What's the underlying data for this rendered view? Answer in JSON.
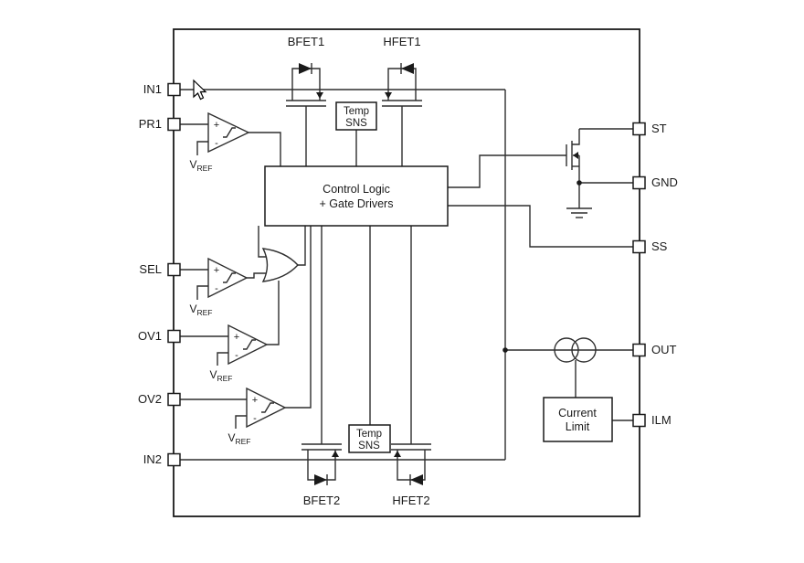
{
  "diagram": {
    "pins_left": [
      {
        "label": "IN1"
      },
      {
        "label": "PR1"
      },
      {
        "label": "SEL"
      },
      {
        "label": "OV1"
      },
      {
        "label": "OV2"
      },
      {
        "label": "IN2"
      }
    ],
    "pins_right": [
      {
        "label": "ST"
      },
      {
        "label": "GND"
      },
      {
        "label": "SS"
      },
      {
        "label": "OUT"
      },
      {
        "label": "ILM"
      }
    ],
    "fets": {
      "bfet1": "BFET1",
      "hfet1": "HFET1",
      "bfet2": "BFET2",
      "hfet2": "HFET2"
    },
    "blocks": {
      "control_logic_line1": "Control Logic",
      "control_logic_line2": "+ Gate Drivers",
      "temp_sns_line1": "Temp",
      "temp_sns_line2": "SNS",
      "current_limit_line1": "Current",
      "current_limit_line2": "Limit"
    },
    "comparator_signs": {
      "plus": "+",
      "minus": "-"
    },
    "vref": {
      "base": "V",
      "sub": "REF"
    }
  }
}
